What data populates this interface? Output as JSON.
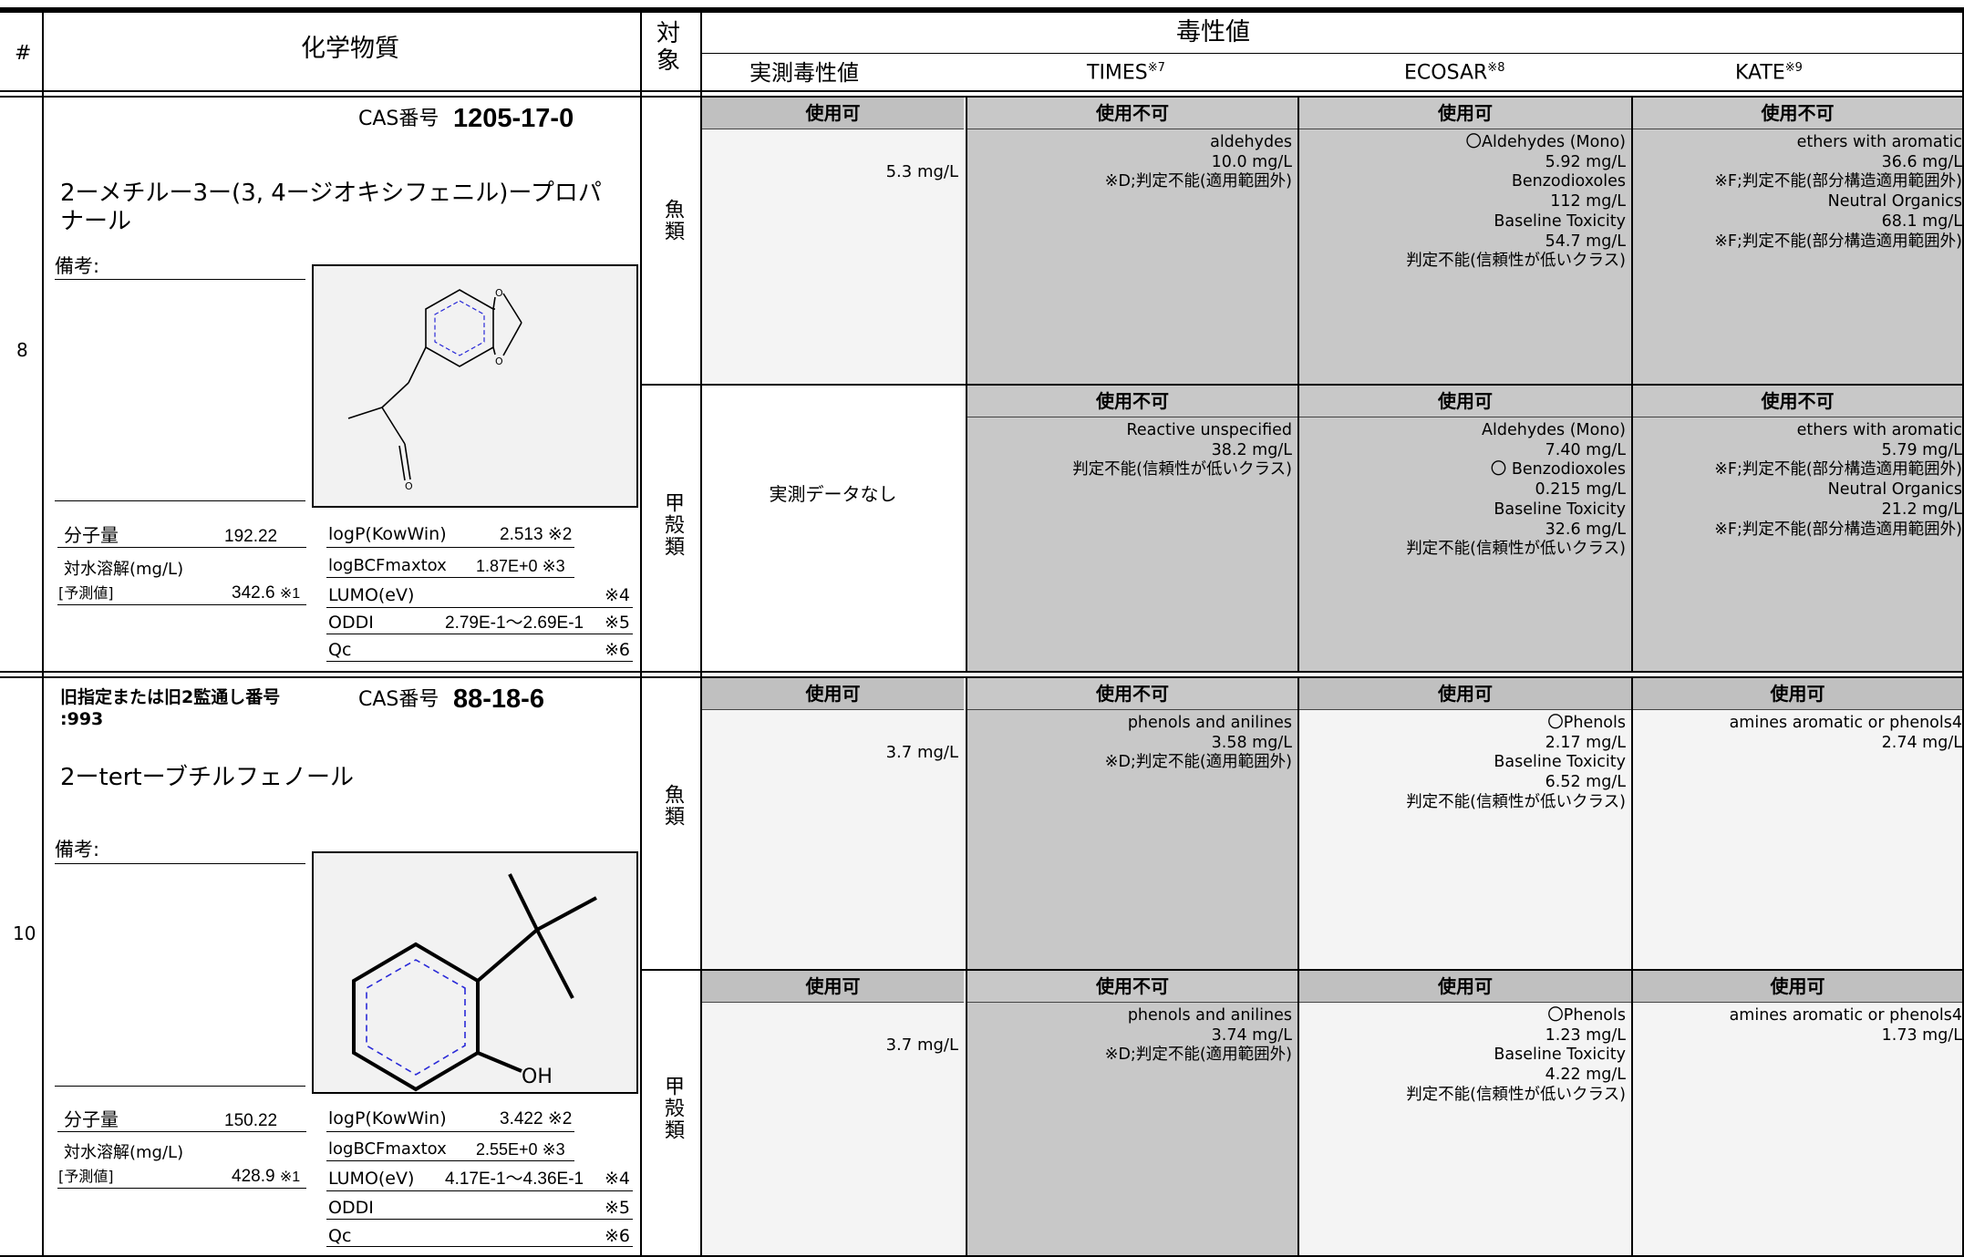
{
  "header": {
    "col_num": "#",
    "col_chemical": "化学物質",
    "col_target": "対象",
    "col_toxicity": "毒性値",
    "sub_measured": "実測毒性値",
    "sub_times": "TIMES",
    "sub_times_note": "※7",
    "sub_ecosar": "ECOSAR",
    "sub_ecosar_note": "※8",
    "sub_kate": "KATE",
    "sub_kate_note": "※9"
  },
  "target_labels": {
    "fish": "魚類",
    "crustacean": "甲殻類"
  },
  "rows": [
    {
      "number": "8",
      "old_id_label": "",
      "old_id_value": "",
      "cas_label": "CAS番号",
      "cas_number": "1205-17-0",
      "name_line1": "2ーメチルー3ー(3, 4ージオキシフェニル)ープロパ",
      "name_line2": "ナール",
      "remarks_label": "備考:",
      "mw_label": "分子量",
      "mw_value": "192.22",
      "sol_label": "対水溶解(mg/L)",
      "pred_label": "[予測値]",
      "sol_value": "342.6",
      "sol_note": "※1",
      "logp_label": "logP(KowWin)",
      "logp_value": "2.513",
      "logp_note": "※2",
      "bcf_label": "logBCFmaxtox",
      "bcf_value": "1.87E+0",
      "bcf_note": "※3",
      "lumo_label": "LUMO(eV)",
      "lumo_value": "",
      "lumo_note": "※4",
      "oddi_label": "ODDI",
      "oddi_value": "2.79E-1〜2.69E-1",
      "oddi_note": "※5",
      "qc_label": "Qc",
      "qc_value": "",
      "qc_note": "※6",
      "structure_oxygen": "O",
      "structure_carbonyl": "O",
      "fish": {
        "measured": {
          "status": "使用可",
          "lines": [
            "5.3 mg/L"
          ]
        },
        "times": {
          "status": "使用不可",
          "lines": [
            "aldehydes",
            "10.0 mg/L",
            "※D;判定不能(適用範囲外)"
          ]
        },
        "ecosar": {
          "status": "使用可",
          "lines": [
            "〇Aldehydes (Mono)",
            "5.92 mg/L",
            "Benzodioxoles",
            "112 mg/L",
            "Baseline Toxicity",
            "54.7 mg/L",
            "判定不能(信頼性が低いクラス)"
          ]
        },
        "kate": {
          "status": "使用不可",
          "lines": [
            "ethers with aromatic",
            "36.6 mg/L",
            "※F;判定不能(部分構造適用範囲外)",
            "Neutral Organics",
            "68.1 mg/L",
            "※F;判定不能(部分構造適用範囲外)"
          ]
        }
      },
      "crustacean": {
        "measured": {
          "status": "",
          "lines": [
            "実測データなし"
          ]
        },
        "times": {
          "status": "使用不可",
          "lines": [
            "Reactive unspecified",
            "38.2 mg/L",
            "判定不能(信頼性が低いクラス)"
          ]
        },
        "ecosar": {
          "status": "使用可",
          "lines": [
            "Aldehydes (Mono)",
            "7.40 mg/L",
            "〇 Benzodioxoles",
            "0.215 mg/L",
            "Baseline Toxicity",
            "32.6 mg/L",
            "判定不能(信頼性が低いクラス)"
          ]
        },
        "kate": {
          "status": "使用不可",
          "lines": [
            "ethers with aromatic",
            "5.79 mg/L",
            "※F;判定不能(部分構造適用範囲外)",
            "Neutral Organics",
            "21.2 mg/L",
            "※F;判定不能(部分構造適用範囲外)"
          ]
        }
      }
    },
    {
      "number": "10",
      "old_id_label": "旧指定または旧2監通し番号",
      "old_id_value": ":993",
      "cas_label": "CAS番号",
      "cas_number": "88-18-6",
      "name_line1": "2ーtertーブチルフェノール",
      "name_line2": "",
      "remarks_label": "備考:",
      "mw_label": "分子量",
      "mw_value": "150.22",
      "sol_label": "対水溶解(mg/L)",
      "pred_label": "[予測値]",
      "sol_value": "428.9",
      "sol_note": "※1",
      "logp_label": "logP(KowWin)",
      "logp_value": "3.422",
      "logp_note": "※2",
      "bcf_label": "logBCFmaxtox",
      "bcf_value": "2.55E+0",
      "bcf_note": "※3",
      "lumo_label": "LUMO(eV)",
      "lumo_value": "4.17E-1〜4.36E-1",
      "lumo_note": "※4",
      "oddi_label": "ODDI",
      "oddi_value": "",
      "oddi_note": "※5",
      "qc_label": "Qc",
      "qc_value": "",
      "qc_note": "※6",
      "structure_oh": "OH",
      "fish": {
        "measured": {
          "status": "使用可",
          "lines": [
            "3.7 mg/L"
          ]
        },
        "times": {
          "status": "使用不可",
          "lines": [
            "phenols and anilines",
            "3.58 mg/L",
            "※D;判定不能(適用範囲外)"
          ]
        },
        "ecosar": {
          "status": "使用可",
          "lines": [
            "〇Phenols",
            "2.17 mg/L",
            "Baseline Toxicity",
            "6.52 mg/L",
            "判定不能(信頼性が低いクラス)"
          ]
        },
        "kate": {
          "status": "使用可",
          "lines": [
            "amines aromatic or phenols4",
            "2.74 mg/L"
          ]
        }
      },
      "crustacean": {
        "measured": {
          "status": "使用可",
          "lines": [
            "3.7 mg/L"
          ]
        },
        "times": {
          "status": "使用不可",
          "lines": [
            "phenols and anilines",
            "3.74 mg/L",
            "※D;判定不能(適用範囲外)"
          ]
        },
        "ecosar": {
          "status": "使用可",
          "lines": [
            "〇Phenols",
            "1.23 mg/L",
            "Baseline Toxicity",
            "4.22 mg/L",
            "判定不能(信頼性が低いクラス)"
          ]
        },
        "kate": {
          "status": "使用可",
          "lines": [
            "amines aromatic or phenols4",
            "1.73 mg/L"
          ]
        }
      }
    }
  ]
}
